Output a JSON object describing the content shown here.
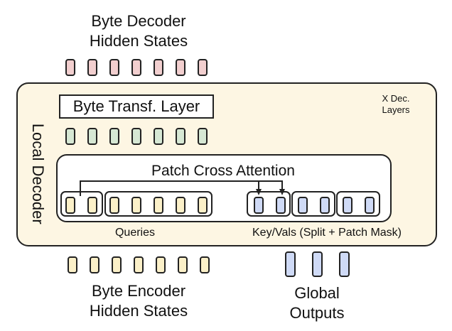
{
  "top_label": {
    "line1": "Byte Decoder",
    "line2": "Hidden States"
  },
  "bottom_left_label": {
    "line1": "Byte Encoder",
    "line2": "Hidden States"
  },
  "bottom_right_label": {
    "line1": "Global",
    "line2": "Outputs"
  },
  "local_decoder": {
    "label": "Local Decoder",
    "repeat_label": {
      "line1": "X Dec.",
      "line2": "Layers"
    }
  },
  "byte_transformer_layer": {
    "label": "Byte Transf. Layer"
  },
  "patch_cross_attention": {
    "title": "Patch Cross Attention",
    "queries_label": "Queries",
    "keyvals_label": "Key/Vals (Split + Patch Mask)"
  },
  "colors": {
    "decoder_hidden": "#f2cfcf",
    "layer_output": "#d6e8d4",
    "encoder_hidden": "#fbf0c8",
    "global_output": "#cfdaf6",
    "panel_bg": "#fdf6e3"
  }
}
